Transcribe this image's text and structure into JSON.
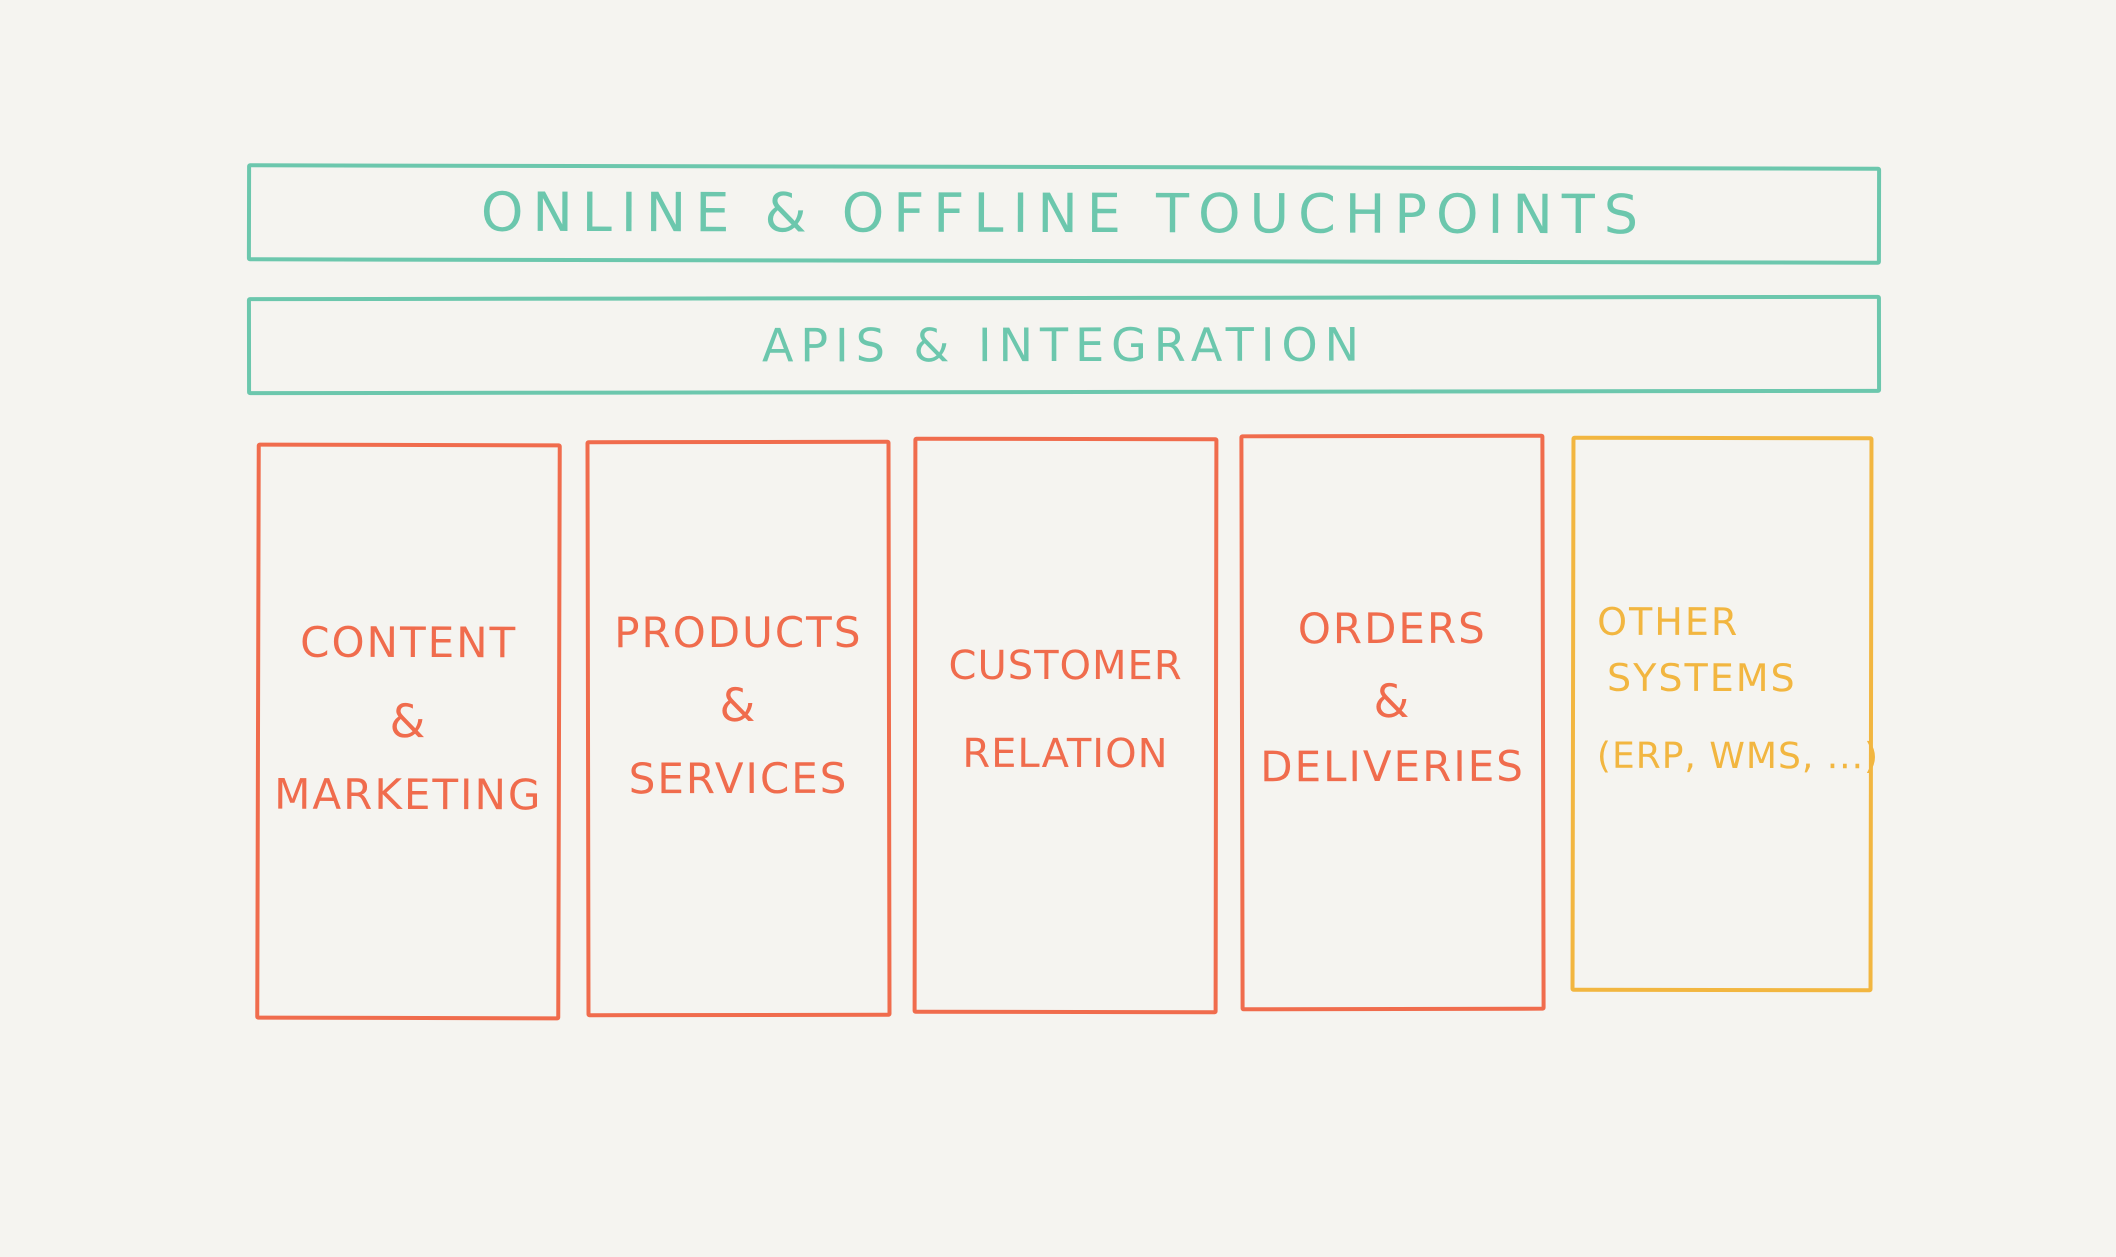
{
  "diagram": {
    "touchpoints": "ONLINE & OFFLINE TOUCHPOINTS",
    "apis": "APIS & INTEGRATION",
    "columns": {
      "content": {
        "line1": "CONTENT",
        "line2": "&",
        "line3": "MARKETING"
      },
      "products": {
        "line1": "PRODUCTS",
        "line2": "&",
        "line3": "SERVICES"
      },
      "customer": {
        "line1": "CUSTOMER",
        "line2": "RELATION"
      },
      "orders": {
        "line1": "ORDERS",
        "line2": "&",
        "line3": "DELIVERIES"
      },
      "other": {
        "line1": "OTHER",
        "line2": "SYSTEMS",
        "line3": "(ERP, WMS, ...)"
      }
    },
    "colors": {
      "background": "#f5f4f0",
      "teal": "#6cc7ad",
      "coral": "#f06c4d",
      "amber": "#f2b640"
    }
  }
}
